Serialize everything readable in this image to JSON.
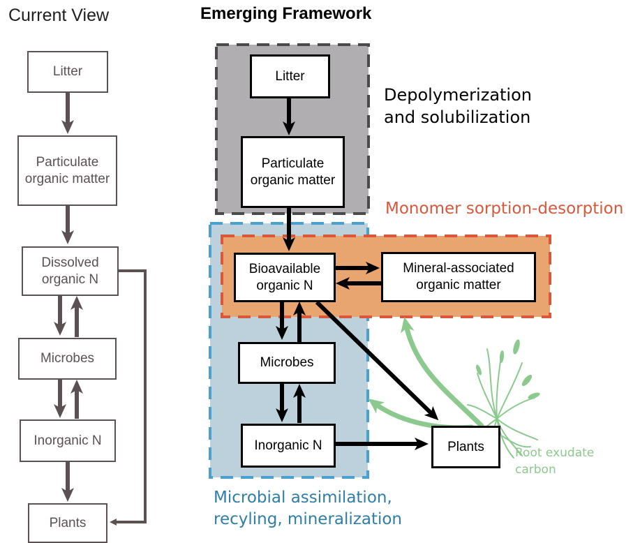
{
  "current_view": {
    "title": "Current View",
    "boxes": {
      "litter": "Litter",
      "pom": "Particulate organic matter",
      "don": "Dissolved organic N",
      "microbes": "Microbes",
      "inorganic": "Inorganic N",
      "plants": "Plants"
    }
  },
  "emerging": {
    "title": "Emerging Framework",
    "boxes": {
      "litter": "Litter",
      "pom": "Particulate organic matter",
      "bon": "Bioavailable organic N",
      "maom": "Mineral-associated organic matter",
      "microbes": "Microbes",
      "inorganic": "Inorganic N",
      "plants": "Plants"
    },
    "regions": {
      "depolymerization": "Depolymerization and solubilization",
      "sorption": "Monomer sorption-desorption",
      "assimilation": "Microbial assimilation, recyling, mineralization",
      "root_exudate": "Root exudate carbon"
    }
  },
  "colors": {
    "current_view": "#5b5153",
    "depolymerization_fill": "#b1aeb1",
    "sorption_fill": "#e8a570",
    "sorption_label": "#d9573a",
    "assimilation_fill": "#bcd1db",
    "assimilation_border": "#4aa0cf",
    "assimilation_label": "#2f7ea8",
    "root_exudate": "#8cc98e"
  },
  "icons": {
    "plant": "plant-with-roots-icon"
  }
}
